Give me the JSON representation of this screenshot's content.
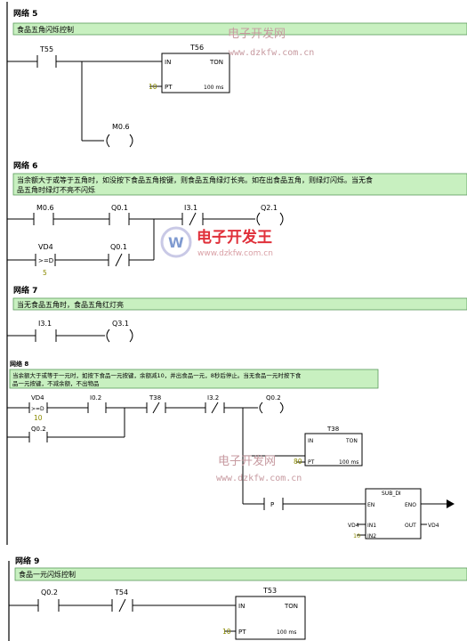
{
  "colors": {
    "comment_bg": "#c8f0c0",
    "comment_border": "#5a9a5a",
    "rail": "#000000",
    "value_text": "#8a8a00",
    "watermark": "#c79aa0",
    "watermark_red": "#e0303a"
  },
  "networks": [
    {
      "title": "网络 5",
      "comment": "食品五角闪烁控制",
      "contacts": [
        "T55"
      ],
      "timer": {
        "name": "T56",
        "type": "TON",
        "in": "IN",
        "pt": "PT",
        "pt_value": "10",
        "unit": "100 ms"
      },
      "coil": "M0.6"
    },
    {
      "title": "网络 6",
      "comment_lines": [
        "当余额大于或等于五角时，如没按下食品五角按键，则食品五角绿灯长亮。如在出食品五角，则绿灯闪烁。当无食",
        "品五角时绿灯不亮不闪烁"
      ],
      "contacts": [
        "M0.6",
        "Q0.1",
        "I3.1",
        "VD4",
        "Q0.1"
      ],
      "compare": ">=D",
      "compare_value": "5",
      "coil": "Q2.1",
      "not_symbol": "/"
    },
    {
      "title": "网络 7",
      "comment": "当无食品五角时，食品五角红灯亮",
      "contacts": [
        "I3.1"
      ],
      "coil": "Q3.1"
    },
    {
      "title": "网络 8",
      "comment_lines": [
        "当余额大于或等于一元时，如按下食品一元按键，余额减10，并出食品一元，8秒后停止。当无食品一元时按下食",
        "品一元按键，不减余额，不出物品"
      ],
      "contacts": [
        "VD4",
        "I0.2",
        "T38",
        "I3.2",
        "Q0.2"
      ],
      "compare": ">=D",
      "compare_value": "10",
      "coil": "Q0.2",
      "timer": {
        "name": "T38",
        "type": "TON",
        "in": "IN",
        "pt": "PT",
        "pt_value": "80",
        "unit": "100 ms"
      },
      "edge": "P",
      "sub": {
        "name": "SUB_DI",
        "en": "EN",
        "eno": "ENO",
        "in1": "IN1",
        "in2": "IN2",
        "out": "OUT",
        "in1_value": "VD4",
        "in2_value": "10",
        "out_value": "VD4"
      }
    },
    {
      "title": "网络 9",
      "comment": "食品一元闪烁控制",
      "contacts": [
        "Q0.2",
        "T54"
      ],
      "timer": {
        "name": "T53",
        "type": "TON",
        "in": "IN",
        "pt": "PT",
        "pt_value": "10",
        "unit": "100 ms"
      }
    }
  ],
  "watermarks": {
    "cn": "电子开发网",
    "url": "www.dzkfw.com.cn",
    "red": "电子开发王",
    "red_url": "www.dzkfw.com.cn"
  }
}
